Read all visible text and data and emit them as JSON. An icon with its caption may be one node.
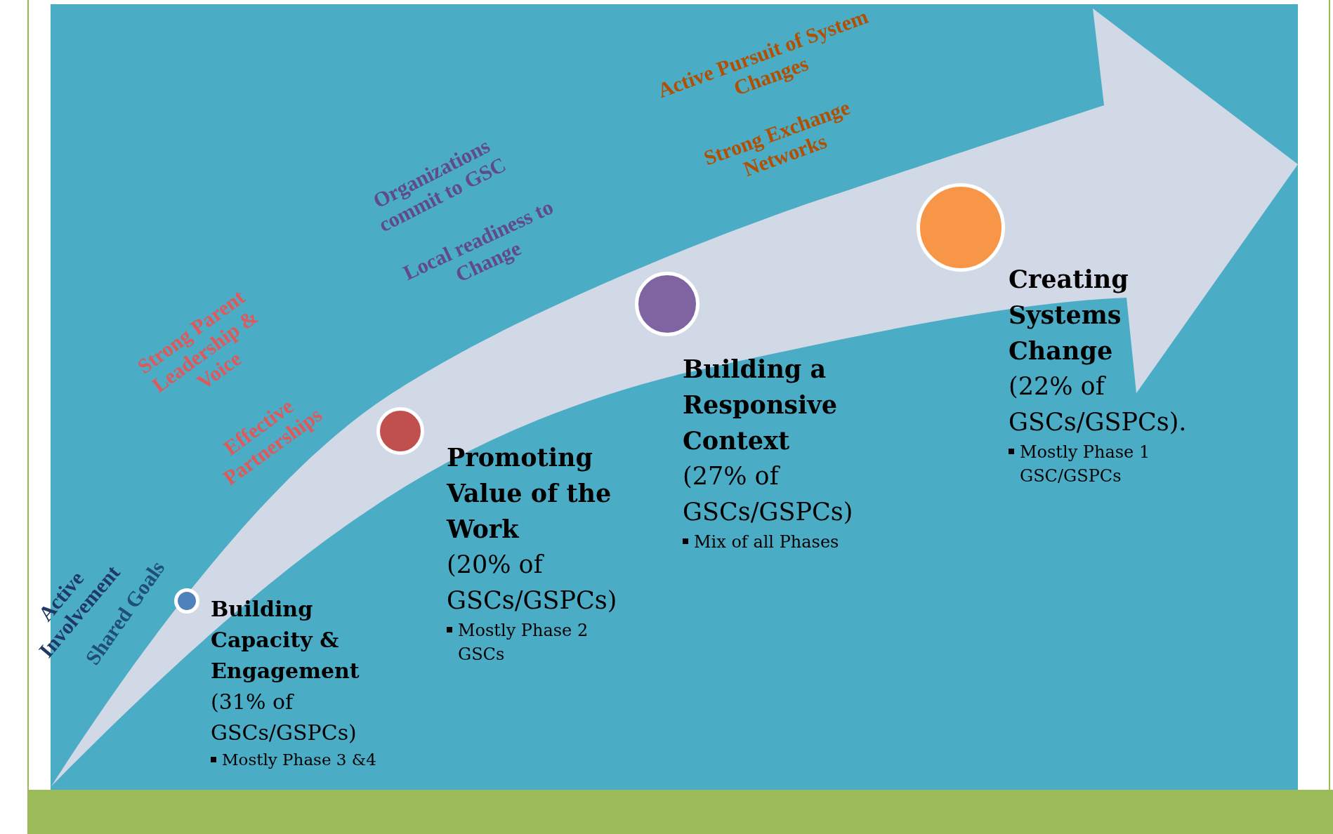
{
  "diagram": {
    "nodes": [
      {
        "text": [],
        "shape": "circle",
        "beside": [
          "Building Capacity & Engagement",
          "(31% of GSCs/GSPCs)",
          "Mostly Phase 3 &4"
        ]
      },
      {
        "text": [],
        "shape": "circle",
        "beside": [
          "Promoting Value of the Work",
          "(20% of GSCs/GSPCs)",
          "Mostly Phase 2 GSCs"
        ]
      },
      {
        "text": [],
        "shape": "circle",
        "beside": [
          "Building a Responsive Context",
          "(27% of GSCs/GSPCs)",
          "Mix of all Phases"
        ]
      },
      {
        "text": [],
        "shape": "circle",
        "beside": [
          "Creating Systems Change",
          "(22% of GSCs/GSPCs).",
          "Mostly Phase 1 GSC/GSPCs"
        ]
      }
    ],
    "labels": [
      "Active Involvement",
      "Shared Goals",
      "Strong Parent Leadership & Voice",
      "Effective Partnerships",
      "Organizations commit to GSC",
      "Local readiness to Change",
      "Active Pursuit of System Changes",
      "Strong Exchange Networks"
    ]
  }
}
